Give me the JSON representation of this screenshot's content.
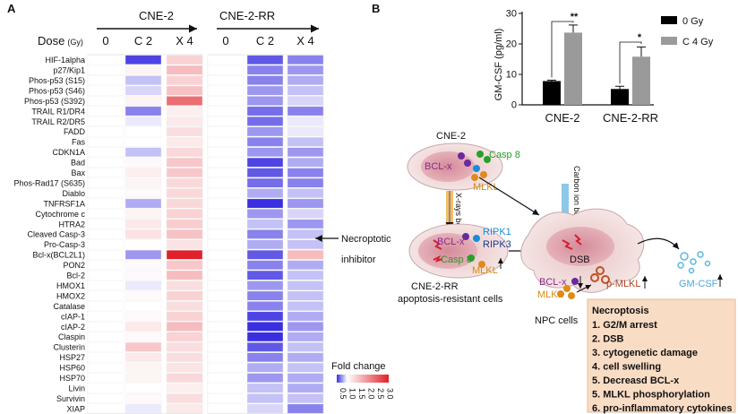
{
  "panel_a": {
    "label": "A",
    "group_cne2": "CNE-2",
    "group_cne2rr": "CNE-2-RR",
    "dose_label": "Dose",
    "dose_unit": "(Gy)",
    "columns": [
      "0",
      "C 2",
      "X 4",
      "0",
      "C 2",
      "X 4"
    ],
    "annotation": "Necroptotic",
    "annotation2": "inhibitor",
    "legend_title": "Fold change",
    "legend_ticks": [
      "0.5",
      "1.0",
      "1.5",
      "2.0",
      "2.5",
      "3.0"
    ]
  },
  "panel_b": {
    "label": "B",
    "sig1": "**",
    "sig2": "*",
    "legend": [
      "0 Gy",
      "C 4 Gy"
    ],
    "diagram": {
      "cell_top": "CNE-2",
      "bclx": "BCL-x",
      "casp8": "Casp 8",
      "mlkl": "MLKL",
      "xray": "X-rays beams",
      "carbon": "Carbon ion beams",
      "ripk1": "RIPK1",
      "ripk3": "RIPK3",
      "rr_name": "CNE-2-RR",
      "rr_sub": "apoptosis-resistant cells",
      "dsb": "DSB",
      "pmlkl": "p-MLKL",
      "gmcsf": "GM-CSF",
      "npc": "NPC cells"
    },
    "necroptosis": {
      "title": "Necroptosis",
      "items": [
        "1. G2/M arrest",
        "2. DSB",
        "3. cytogenetic damage",
        "4. cell swelling",
        "5. Decreasd BCL-x",
        "5. MLKL phosphorylation",
        "6. pro-inflammatory cytokines"
      ]
    }
  },
  "chart_data": [
    {
      "type": "heatmap",
      "title": "",
      "rows": [
        "HIF-1alpha",
        "p27/Kip1",
        "Phos-p53 (S15)",
        "Phos-p53 (S46)",
        "Phos-p53 (S392)",
        "TRAIL R1/DR4",
        "TRAIL R2/DR5",
        "FADD",
        "Fas",
        "CDKN1A",
        "Bad",
        "Bax",
        "Phos-Rad17 (S635)",
        "Diablo",
        "TNFRSF1A",
        "Cytochrome c",
        "HTRA2",
        "Cleaved Casp-3",
        "Pro-Casp-3",
        "Bcl-x(BCL2L1)",
        "PON2",
        "Bcl-2",
        "HMOX1",
        "HMOX2",
        "Catalase",
        "cIAP-1",
        "cIAP-2",
        "Claspin",
        "Clusterin",
        "HSP27",
        "HSP60",
        "HSP70",
        "Livin",
        "Survivin",
        "XIAP"
      ],
      "columns": [
        "CNE-2 0",
        "CNE-2 C 2",
        "CNE-2 X 4",
        "CNE-2-RR 0",
        "CNE-2-RR C 2",
        "CNE-2-RR X 4"
      ],
      "values": [
        [
          1.0,
          0.55,
          1.4,
          1.0,
          0.6,
          0.7
        ],
        [
          1.0,
          1.1,
          1.6,
          1.0,
          0.7,
          0.75
        ],
        [
          1.0,
          0.85,
          1.4,
          1.0,
          0.7,
          0.8
        ],
        [
          1.0,
          0.9,
          1.55,
          1.0,
          0.75,
          0.85
        ],
        [
          1.0,
          1.1,
          2.3,
          1.0,
          0.75,
          0.9
        ],
        [
          1.0,
          0.7,
          1.15,
          1.0,
          0.65,
          0.7
        ],
        [
          1.0,
          0.95,
          1.2,
          1.0,
          0.65,
          0.95
        ],
        [
          1.0,
          1.0,
          1.3,
          1.0,
          0.75,
          0.95
        ],
        [
          1.0,
          1.0,
          1.2,
          1.0,
          0.7,
          0.85
        ],
        [
          1.0,
          0.85,
          1.35,
          1.0,
          0.75,
          0.75
        ],
        [
          1.0,
          1.05,
          1.5,
          1.0,
          0.55,
          0.8
        ],
        [
          1.0,
          1.15,
          1.5,
          1.0,
          0.6,
          0.7
        ],
        [
          1.0,
          1.1,
          1.35,
          1.0,
          0.65,
          0.7
        ],
        [
          1.0,
          1.05,
          1.35,
          1.0,
          0.8,
          0.85
        ],
        [
          1.0,
          0.8,
          1.35,
          1.0,
          0.5,
          0.75
        ],
        [
          1.0,
          1.1,
          1.4,
          1.0,
          0.75,
          0.9
        ],
        [
          1.0,
          1.2,
          1.45,
          1.0,
          0.85,
          0.75
        ],
        [
          1.0,
          1.25,
          1.55,
          1.0,
          0.7,
          0.85
        ],
        [
          1.0,
          1.0,
          1.25,
          1.0,
          0.8,
          0.85
        ],
        [
          1.0,
          0.75,
          3.0,
          1.0,
          0.6,
          1.6
        ],
        [
          1.0,
          1.05,
          1.5,
          1.0,
          0.7,
          0.8
        ],
        [
          1.0,
          1.05,
          1.6,
          1.0,
          0.6,
          0.85
        ],
        [
          1.0,
          0.95,
          1.3,
          1.0,
          0.75,
          0.85
        ],
        [
          1.0,
          1.05,
          1.4,
          1.0,
          0.7,
          0.85
        ],
        [
          1.0,
          1.0,
          1.3,
          1.0,
          0.7,
          0.85
        ],
        [
          1.0,
          1.05,
          1.4,
          1.0,
          0.55,
          0.8
        ],
        [
          1.0,
          1.2,
          1.6,
          1.0,
          0.45,
          0.75
        ],
        [
          1.0,
          1.05,
          1.4,
          1.0,
          0.5,
          0.8
        ],
        [
          1.0,
          1.5,
          1.3,
          1.0,
          0.6,
          0.85
        ],
        [
          1.0,
          1.2,
          1.3,
          1.0,
          0.7,
          0.8
        ],
        [
          1.0,
          1.1,
          1.25,
          1.0,
          0.8,
          0.85
        ],
        [
          1.0,
          1.1,
          1.35,
          1.0,
          0.75,
          0.8
        ],
        [
          1.0,
          1.0,
          1.15,
          1.0,
          0.85,
          0.8
        ],
        [
          1.0,
          1.05,
          1.3,
          1.0,
          0.85,
          0.85
        ],
        [
          1.0,
          0.95,
          1.2,
          1.0,
          0.9,
          0.7
        ]
      ],
      "color_scale": {
        "min": 0.5,
        "max": 3.0,
        "mid": 1.0,
        "low_color": "#3a2fe0",
        "mid_color": "#ffffff",
        "high_color": "#e0202a"
      },
      "legend_title": "Fold change"
    },
    {
      "type": "bar",
      "title": "",
      "categories": [
        "CNE-2",
        "CNE-2-RR"
      ],
      "series": [
        {
          "name": "0 Gy",
          "values": [
            7.8,
            5.2
          ],
          "errors": [
            0.3,
            0.9
          ],
          "color": "#000000"
        },
        {
          "name": "C 4 Gy",
          "values": [
            23.7,
            15.8
          ],
          "errors": [
            2.5,
            3.2
          ],
          "color": "#9a9a9a"
        }
      ],
      "ylabel": "GM-CSF (pg/ml)",
      "ylim": [
        0,
        30
      ],
      "yticks": [
        0,
        10,
        20,
        30
      ]
    }
  ]
}
